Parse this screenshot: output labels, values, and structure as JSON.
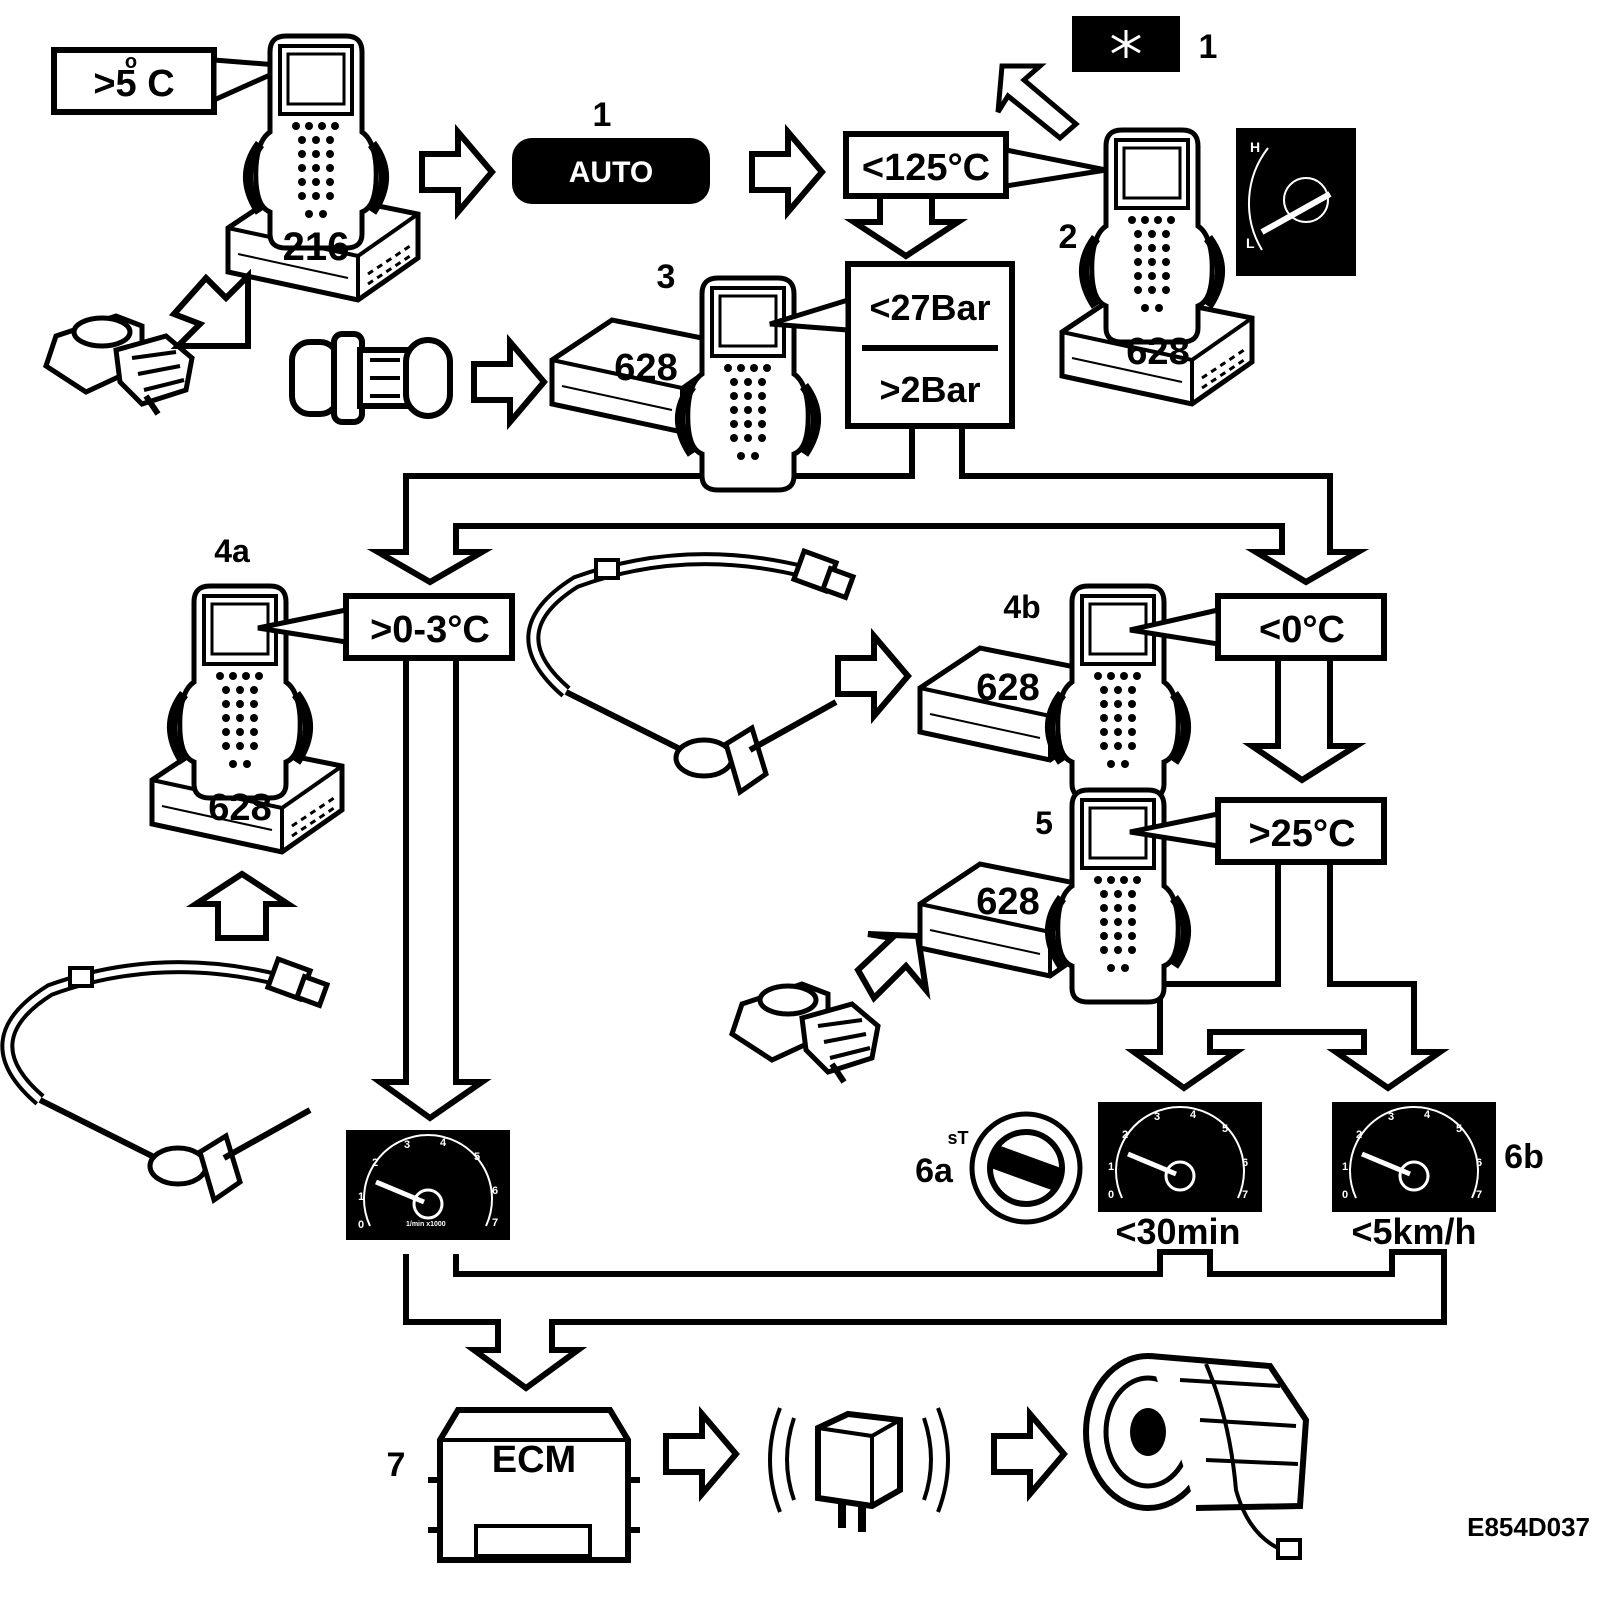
{
  "callouts": {
    "n1_auto": "1",
    "n1_snow": "1",
    "n2": "2",
    "n3": "3",
    "n4a": "4a",
    "n4b": "4b",
    "n5": "5",
    "n6a": "6a",
    "n6b": "6b",
    "n7": "7"
  },
  "labels": {
    "ambient_min": ">5 C",
    "ambient_degree": "o",
    "coolant_max": "<125°C",
    "pressure_max": "<27Bar",
    "pressure_min": ">2Bar",
    "evap_range": ">0-3°C",
    "evap_below": "<0°C",
    "evap_above": ">25°C",
    "time_limit": "<30min",
    "speed_limit": "<5km/h",
    "auto_button": "AUTO",
    "ecm": "ECM",
    "ignition_mark": "sT",
    "figure_code": "E854D037"
  },
  "module_ids": {
    "top_left": "216",
    "pressure": "628",
    "coolant": "628",
    "evap_4a": "628",
    "evap_4b": "628",
    "evap_5": "628"
  },
  "gauge": {
    "ticks": [
      "0",
      "1",
      "2",
      "3",
      "4",
      "5",
      "6",
      "7"
    ],
    "unit": "1/min x1000"
  },
  "temp_gauge": {
    "high": "H",
    "low": "L"
  },
  "icons": {
    "snowflake": "snowflake-icon",
    "tester": "diagnostic-tester-icon",
    "control_module": "control-module-icon",
    "sensor": "temperature-sensor-icon",
    "pressure_sensor": "pressure-sensor-icon",
    "harness": "sensor-harness-icon",
    "tachometer": "tachometer-icon",
    "coolant_gauge": "coolant-gauge-icon",
    "ignition": "ignition-switch-icon",
    "relay": "relay-icon",
    "compressor": "ac-compressor-icon",
    "arrow": "flow-arrow-icon"
  }
}
